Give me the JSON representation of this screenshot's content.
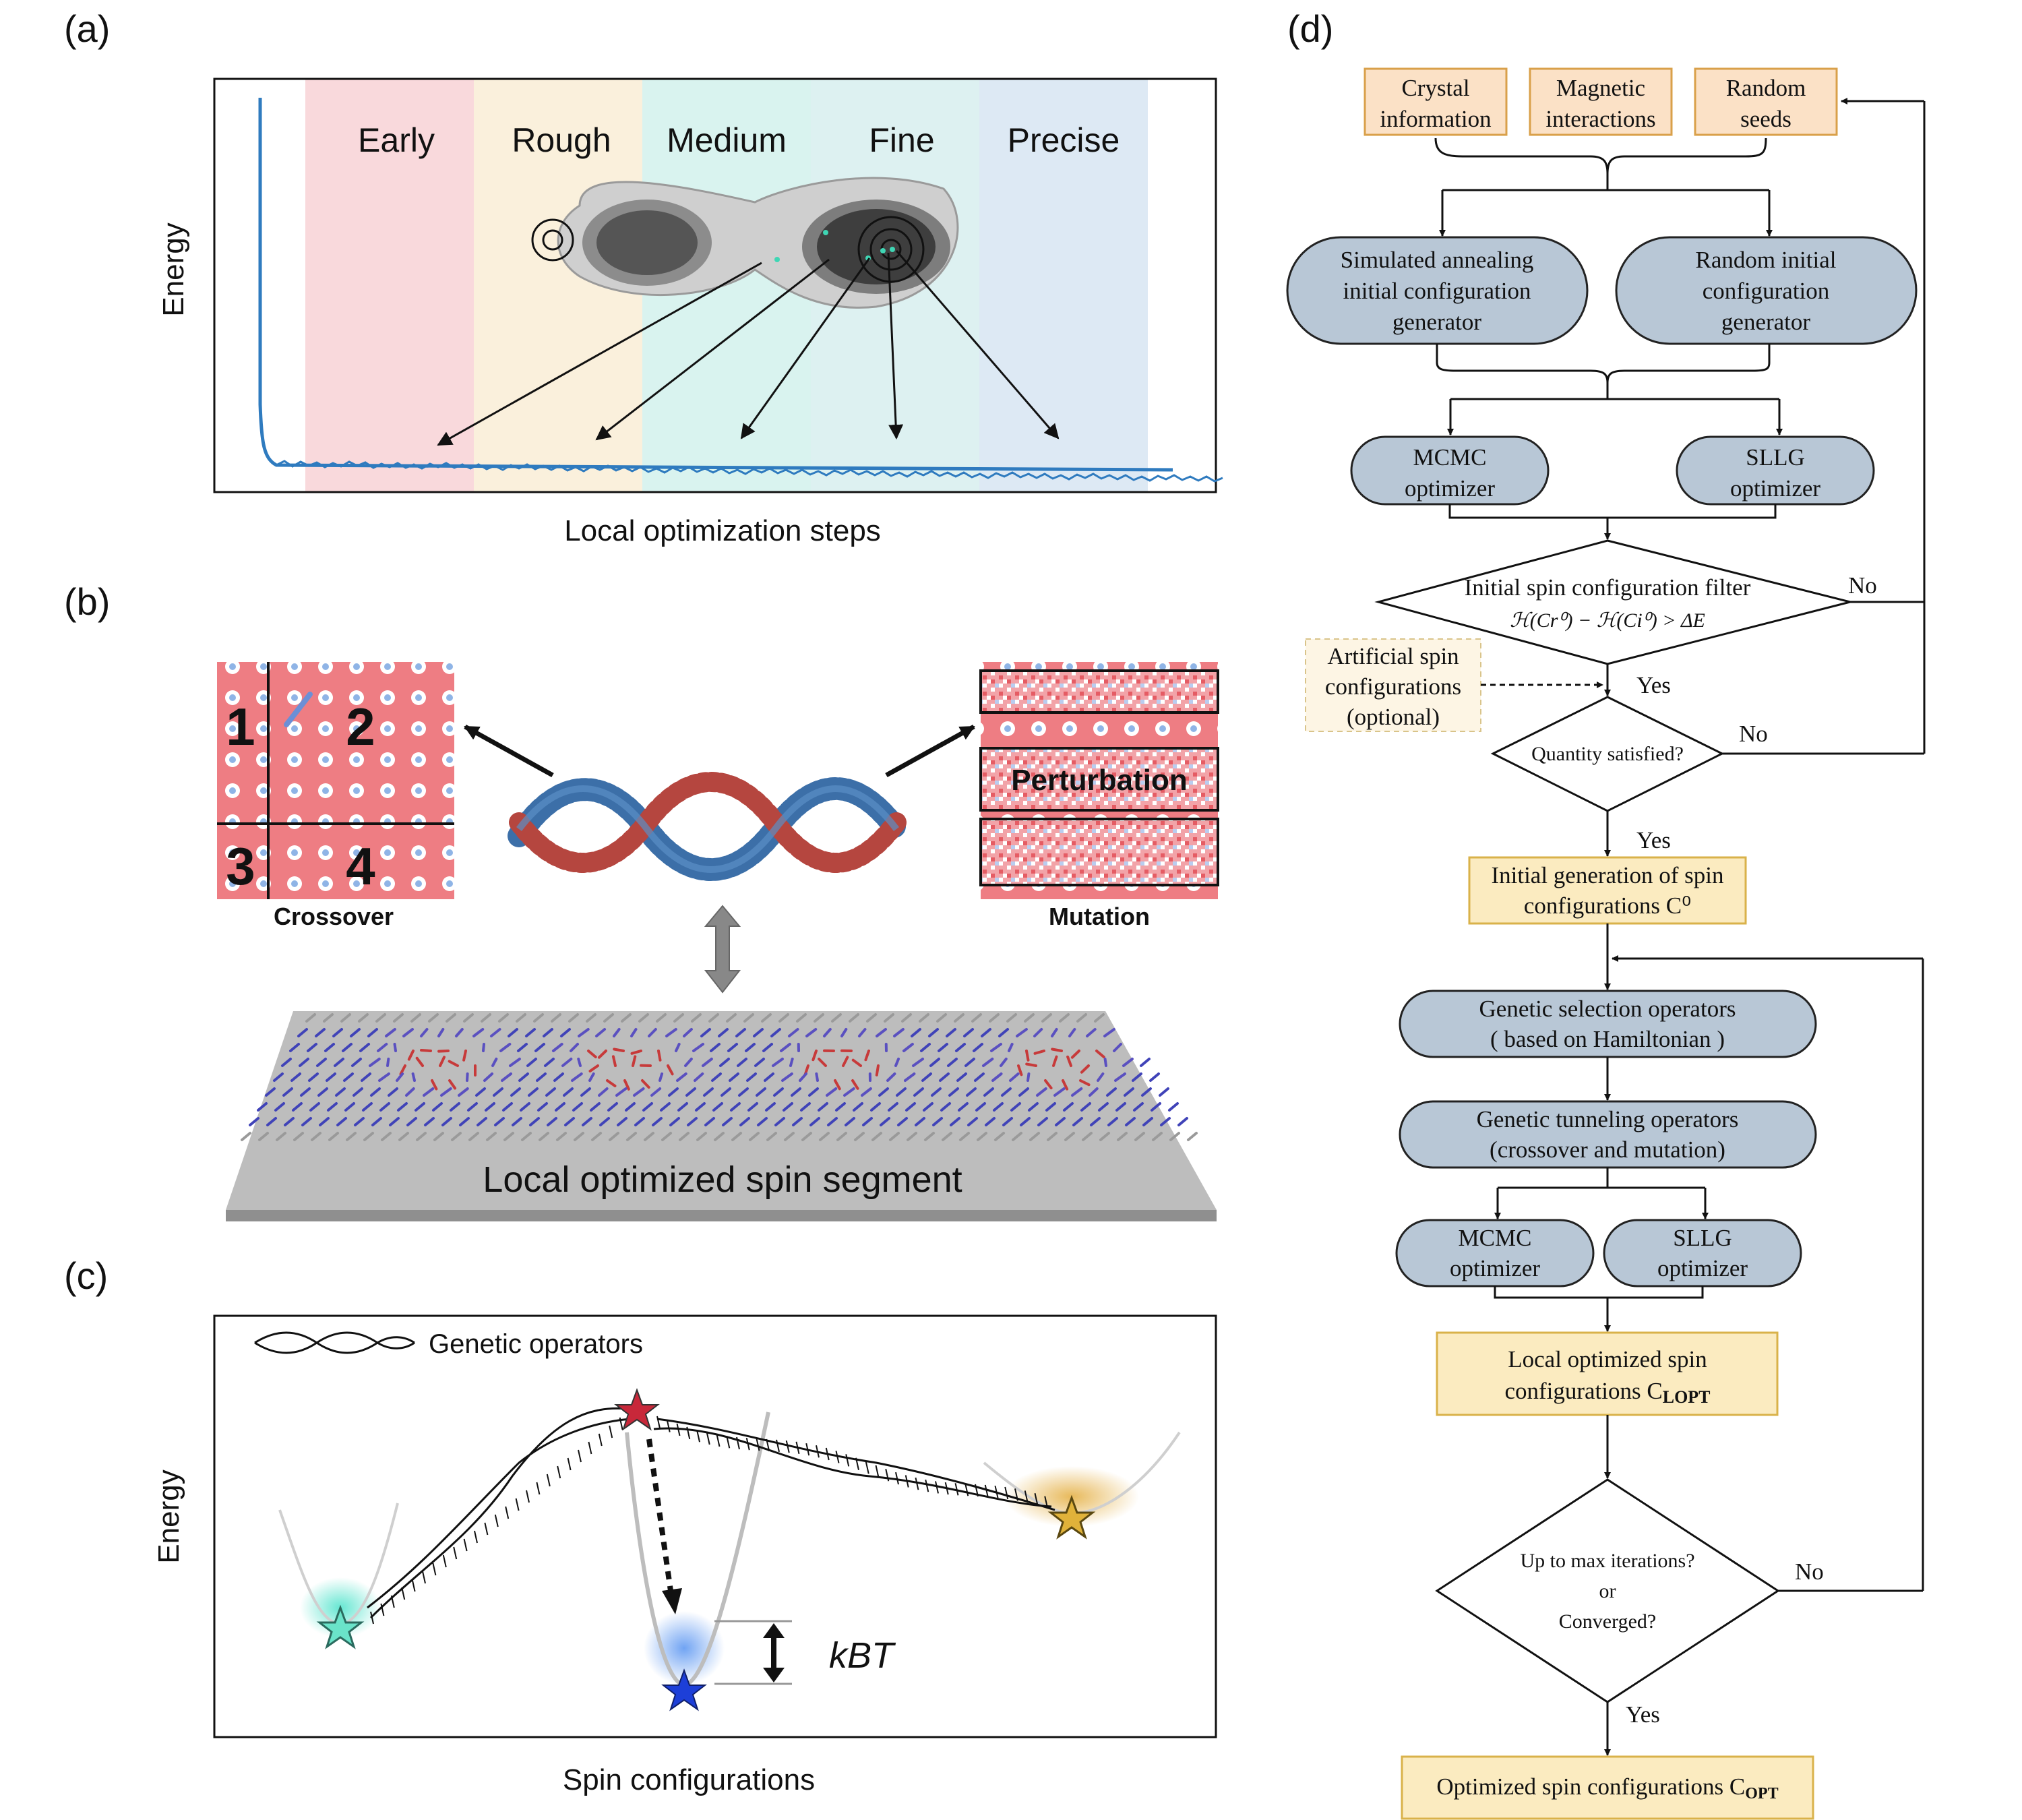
{
  "panel_a": {
    "label": "(a)",
    "phases": [
      "Early",
      "Rough",
      "Medium",
      "Fine",
      "Precise"
    ],
    "phase_colors": [
      "#f9d9dc",
      "#faf0dc",
      "#d9f3ef",
      "#ddf1f1",
      "#dde9f4"
    ],
    "ylabel": "Energy",
    "xlabel": "Local optimization steps"
  },
  "panel_b": {
    "label": "(b)",
    "quadrants": [
      "1",
      "2",
      "3",
      "4"
    ],
    "crossover_label": "Crossover",
    "perturbation_label": "Perturbation",
    "mutation_label": "Mutation",
    "segment_label": "Local optimized spin segment"
  },
  "panel_c": {
    "label": "(c)",
    "legend": "Genetic operators",
    "ylabel": "Energy",
    "xlabel": "Spin configurations",
    "kbt": "kBT"
  },
  "panel_d": {
    "label": "(d)",
    "inputs": [
      {
        "line1": "Crystal",
        "line2": "information"
      },
      {
        "line1": "Magnetic",
        "line2": "interactions"
      },
      {
        "line1": "Random",
        "line2": "seeds"
      }
    ],
    "generators": [
      {
        "line1": "Simulated annealing",
        "line2": "initial configuration",
        "line3": "generator"
      },
      {
        "line1": "Random initial",
        "line2": "configuration",
        "line3": "generator"
      }
    ],
    "optimizers_top": [
      {
        "line1": "MCMC",
        "line2": "optimizer"
      },
      {
        "line1": "SLLG",
        "line2": "optimizer"
      }
    ],
    "filter": {
      "line1": "Initial spin configuration filter",
      "line2": "ℋ(Cr⁰) − ℋ(Ci⁰) > ΔE"
    },
    "artificial": {
      "line1": "Artificial spin",
      "line2": "configurations",
      "line3": "(optional)"
    },
    "quantity": "Quantity satisfied?",
    "initial_gen": {
      "line1": "Initial generation of spin",
      "line2": "configurations C⁰"
    },
    "selection": {
      "line1": "Genetic  selection operators",
      "line2": "( based on Hamiltonian )"
    },
    "tunneling": {
      "line1": "Genetic tunneling operators",
      "line2": "(crossover and mutation)"
    },
    "optimizers_bottom": [
      {
        "line1": "MCMC",
        "line2": "optimizer"
      },
      {
        "line1": "SLLG",
        "line2": "optimizer"
      }
    ],
    "local_opt": {
      "line1": "Local optimized spin",
      "line2": "configurations C",
      "sub": "LOPT"
    },
    "check": {
      "line1": "Up to max iterations?",
      "line2": "or",
      "line3": "Converged?"
    },
    "final": {
      "text": "Optimized spin configurations C",
      "sub": "OPT"
    },
    "yes": "Yes",
    "no": "No"
  }
}
